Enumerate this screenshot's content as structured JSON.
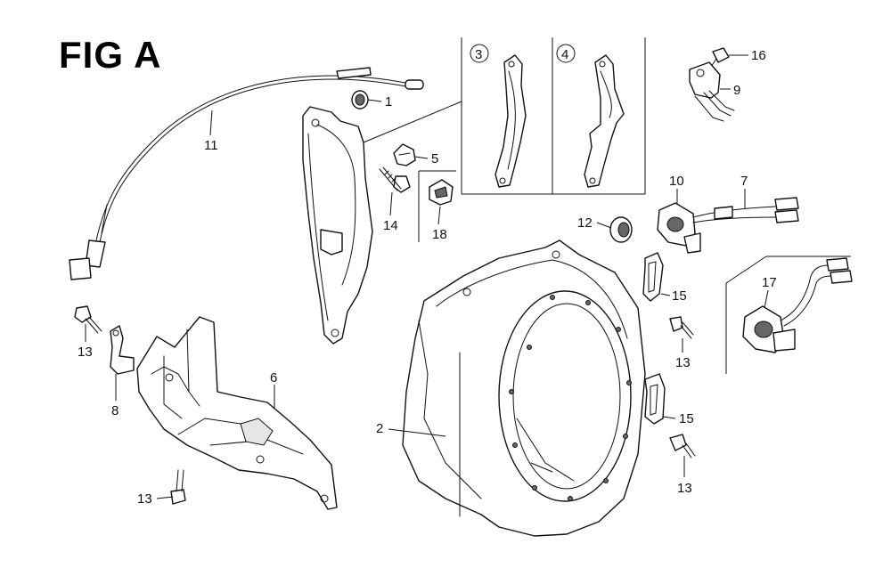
{
  "figure": {
    "title": "FIG A"
  },
  "callouts": [
    {
      "id": "c1",
      "label": "1"
    },
    {
      "id": "c2",
      "label": "2"
    },
    {
      "id": "c3",
      "label": "3"
    },
    {
      "id": "c4",
      "label": "4"
    },
    {
      "id": "c5",
      "label": "5"
    },
    {
      "id": "c6",
      "label": "6"
    },
    {
      "id": "c7",
      "label": "7"
    },
    {
      "id": "c8",
      "label": "8"
    },
    {
      "id": "c9",
      "label": "9"
    },
    {
      "id": "c10",
      "label": "10"
    },
    {
      "id": "c11",
      "label": "11"
    },
    {
      "id": "c12",
      "label": "12"
    },
    {
      "id": "c13a",
      "label": "13"
    },
    {
      "id": "c13b",
      "label": "13"
    },
    {
      "id": "c13c",
      "label": "13"
    },
    {
      "id": "c13d",
      "label": "13"
    },
    {
      "id": "c14",
      "label": "14"
    },
    {
      "id": "c15a",
      "label": "15"
    },
    {
      "id": "c15b",
      "label": "15"
    },
    {
      "id": "c16",
      "label": "16"
    },
    {
      "id": "c17",
      "label": "17"
    },
    {
      "id": "c18",
      "label": "18"
    }
  ]
}
